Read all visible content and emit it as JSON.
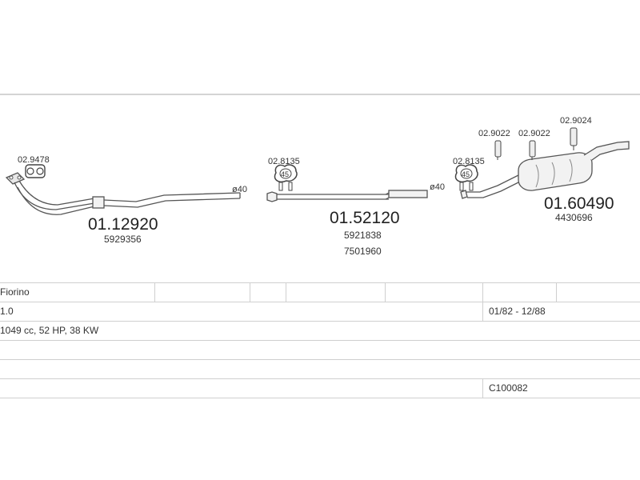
{
  "diagram": {
    "front": {
      "clamp_code": "02.9478",
      "part_number": "01.12920",
      "oem_number": "5929356",
      "diameter": "ø40"
    },
    "middle": {
      "clamp_code": "02.8135",
      "clamp_size": "45",
      "part_number": "01.52120",
      "oem_number_1": "5921838",
      "oem_number_2": "7501960",
      "diameter": "ø40"
    },
    "rear": {
      "clamp_code": "02.8135",
      "clamp_size": "45",
      "hanger_1": "02.9022",
      "hanger_2": "02.9022",
      "hanger_3": "02.9024",
      "part_number": "01.60490",
      "oem_number": "4430696"
    }
  },
  "table": {
    "model": "Fiorino",
    "engine": "1.0",
    "period": "01/82 - 12/88",
    "specs": "1049 cc, 52 HP, 38 KW",
    "system_code": "C100082"
  }
}
